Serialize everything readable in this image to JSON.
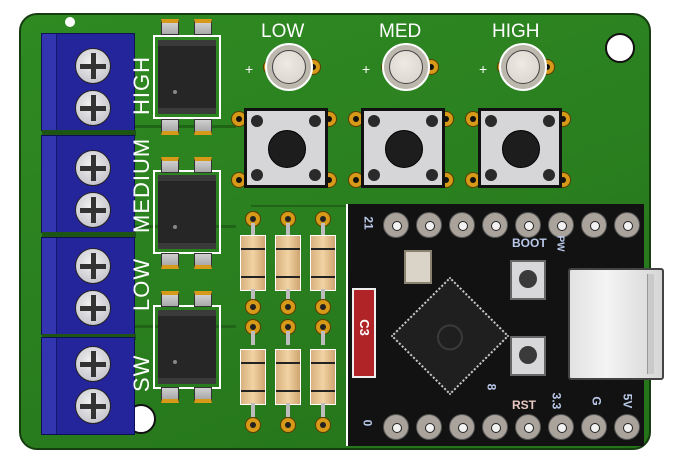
{
  "board": {
    "description": "PCB render with terminal blocks, optocouplers, LEDs, tactile buttons, resistors and an ESP32-C3 module",
    "colors": {
      "solder_mask": "#2a7f1f",
      "terminal_block": "#24259a",
      "pad_gold": "#d69a18",
      "module_black": "#121212",
      "silkscreen": "#ffffff"
    }
  },
  "silkscreen": {
    "terminal_labels": [
      "HIGH",
      "MEDIUM",
      "LOW",
      "SW"
    ],
    "led_labels": [
      "LOW",
      "MED",
      "HIGH"
    ],
    "led_polarity": "+"
  },
  "module": {
    "fuse_label": "C3",
    "labels": {
      "boot": "BOOT",
      "pw": "PW",
      "rst": "RST",
      "pin_21": "21",
      "pin_8": "8",
      "pin_0": "0",
      "pin_3v3": "3.3",
      "pin_g": "G",
      "pin_5v": "5V"
    }
  },
  "components": {
    "terminal_blocks": 4,
    "optocouplers": 3,
    "leds": 3,
    "tactile_buttons": 3,
    "resistors": 6,
    "header_pins_per_row": 8
  }
}
